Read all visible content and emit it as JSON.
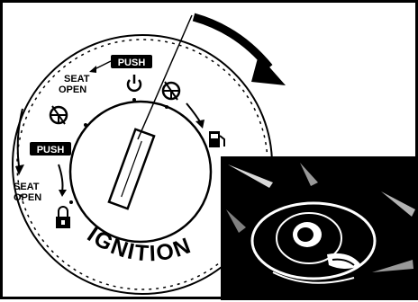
{
  "dial": {
    "push_top": "PUSH",
    "seat_open_top": [
      "SEAT",
      "OPEN"
    ],
    "push_left": "PUSH",
    "seat_open_left": [
      "SEAT",
      "OPEN"
    ],
    "ignition_label": "IGNITION"
  },
  "icons": {
    "power": "power-icon",
    "steering_lock_top": "steering-lock-icon",
    "steering_lock_left": "steering-lock-icon",
    "fuel": "fuel-pump-icon",
    "padlock": "padlock-icon",
    "key": "key-icon"
  },
  "colors": {
    "ink": "#000000",
    "paper": "#ffffff"
  }
}
